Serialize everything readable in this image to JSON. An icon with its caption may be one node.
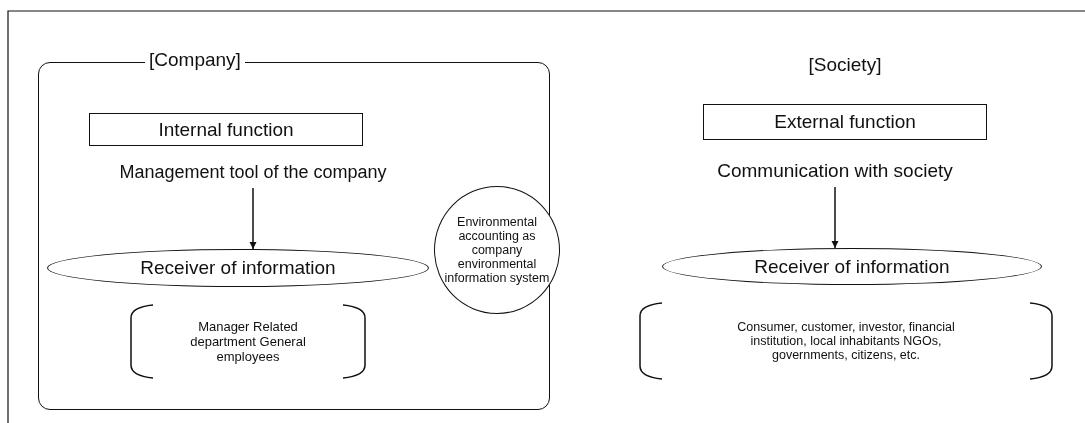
{
  "diagram": {
    "nodes": [
      {
        "text": [
          "[Company]"
        ]
      },
      {
        "text": [
          "Internal function"
        ],
        "in": 0
      },
      {
        "text": [
          "Management tool of the company"
        ],
        "in": 0
      },
      {
        "text": [
          "Receiver of information"
        ],
        "in": 0
      },
      {
        "text": [
          "Manager Related department General employees"
        ],
        "in": 0
      },
      {
        "text": [
          "Environmental accounting as company environmental information system"
        ]
      },
      {
        "text": [
          "External function"
        ]
      },
      {
        "text": [
          "Communication with society"
        ]
      },
      {
        "text": [
          "Receiver of information"
        ]
      },
      {
        "text": [
          "Consumer, customer, investor, financial institution, local inhabitants NGOs, governments, citizens, etc."
        ]
      }
    ],
    "edges": [
      {
        "from": 2,
        "to": 3,
        "arrow": "to"
      },
      {
        "from": 7,
        "to": 8,
        "arrow": "to"
      }
    ],
    "labels": [
      "[Society]"
    ]
  }
}
